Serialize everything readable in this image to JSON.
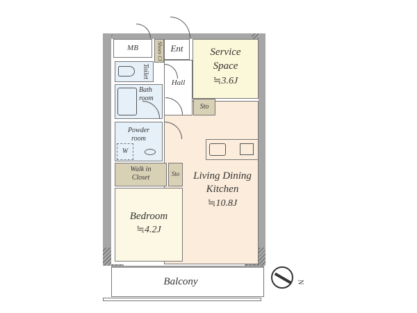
{
  "rooms": {
    "mb": "MB",
    "shoes": "Shoes Cl",
    "ent": "Ent",
    "toilet": "Toilet",
    "hall": "Hall",
    "bath_line1": "Bath",
    "bath_line2": "room",
    "service_line1": "Service",
    "service_line2": "Space",
    "service_area": "≒3.6J",
    "sto1": "Sto",
    "sto2": "Sto",
    "powder_line1": "Powder",
    "powder_line2": "room",
    "w": "W",
    "wic_line1": "Walk in",
    "wic_line2": "Closet",
    "ldk_line1": "Living Dining",
    "ldk_line2": "Kitchen",
    "ldk_area": "≒10.8J",
    "bedroom": "Bedroom",
    "bedroom_area": "≒4.2J",
    "balcony": "Balcony"
  },
  "compass": {
    "label": "N"
  },
  "colors": {
    "wet": "#e6f0f8",
    "storage": "#d9d1b6",
    "service": "#fbf7d9",
    "ldk": "#fbecdb",
    "bedroom": "#fcf8e4",
    "wall": "#a6a6a6"
  }
}
